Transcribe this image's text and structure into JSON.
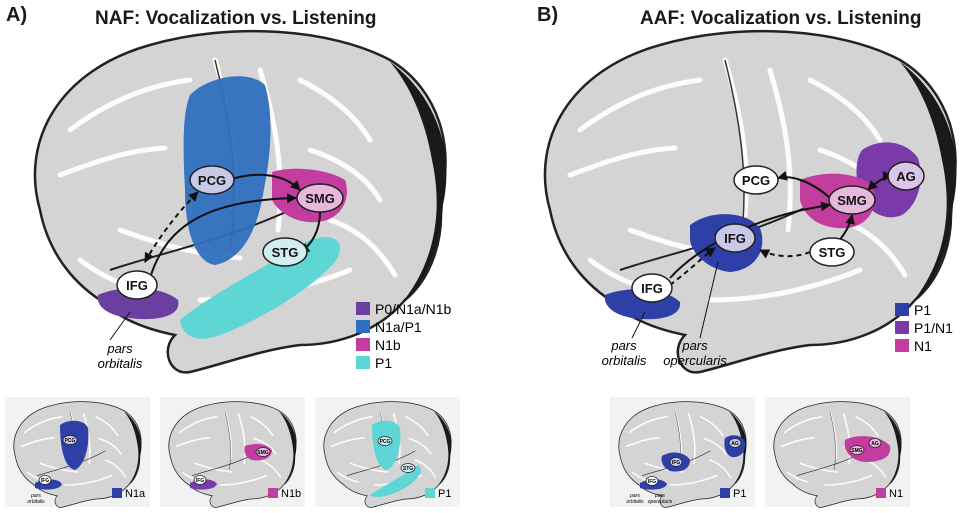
{
  "panels": {
    "a": {
      "letter": "A)",
      "title": "NAF: Vocalization vs. Listening",
      "nodes": {
        "pcg": "PCG",
        "smg": "SMG",
        "stg": "STG",
        "ifg": "IFG"
      },
      "pars_label_1": "pars",
      "pars_label_2": "orbitalis",
      "legend": [
        {
          "label": "P0/N1a/N1b",
          "color": "#6a3fa0"
        },
        {
          "label": "N1a/P1",
          "color": "#2f6fbf"
        },
        {
          "label": "N1b",
          "color": "#c23d9e"
        },
        {
          "label": "P1",
          "color": "#5ed6d6"
        }
      ],
      "small": [
        {
          "label": "N1a",
          "color": "#2e3fa8",
          "nodes": {
            "pcg": "PCG",
            "ifg": "IFG"
          },
          "pars_1": "pars",
          "pars_2": "orbitalis"
        },
        {
          "label": "N1b",
          "color": "#c23d9e",
          "nodes": {
            "smg": "SMG",
            "ifg": "IFG"
          }
        },
        {
          "label": "P1",
          "color": "#5ed6d6",
          "nodes": {
            "pcg": "PCG",
            "stg": "STG"
          }
        }
      ]
    },
    "b": {
      "letter": "B)",
      "title": "AAF: Vocalization vs. Listening",
      "nodes": {
        "ag": "AG",
        "pcg": "PCG",
        "smg": "SMG",
        "stg": "STG",
        "ifg_upper": "IFG",
        "ifg_lower": "IFG"
      },
      "pars_orb_1": "pars",
      "pars_orb_2": "orbitalis",
      "pars_op_1": "pars",
      "pars_op_2": "opercularis",
      "legend": [
        {
          "label": "P1",
          "color": "#2e3fa8"
        },
        {
          "label": "P1/N1",
          "color": "#7a3aa8"
        },
        {
          "label": "N1",
          "color": "#c23d9e"
        }
      ],
      "small": [
        {
          "label": "P1",
          "color": "#2e3fa8",
          "nodes": {
            "ag": "AG",
            "ifg_upper": "IFG",
            "ifg_lower": "IFG"
          },
          "pars_1": "pars",
          "pars_2": "orbitalis",
          "pars_3": "pars",
          "pars_4": "opercularis"
        },
        {
          "label": "N1",
          "color": "#c23d9e",
          "nodes": {
            "ag": "AG",
            "smg": "SMG"
          }
        }
      ]
    }
  }
}
